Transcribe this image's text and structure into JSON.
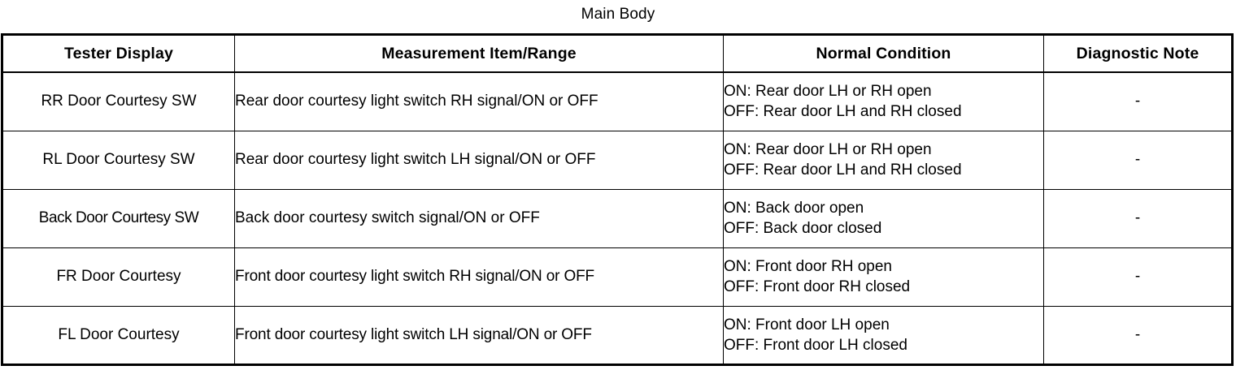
{
  "title": "Main Body",
  "table": {
    "headers": [
      "Tester Display",
      "Measurement Item/Range",
      "Normal Condition",
      "Diagnostic Note"
    ],
    "rows": [
      {
        "display": "RR Door Courtesy SW",
        "range": "Rear door courtesy light switch RH signal/ON or OFF",
        "condition_on": "ON: Rear door LH or RH open",
        "condition_off": "OFF: Rear door LH and RH closed",
        "note": "-"
      },
      {
        "display": "RL Door Courtesy SW",
        "range": "Rear door courtesy light switch LH signal/ON or OFF",
        "condition_on": "ON: Rear door LH or RH open",
        "condition_off": "OFF: Rear door LH and RH closed",
        "note": "-"
      },
      {
        "display": "Back Door Courtesy SW",
        "range": "Back door courtesy switch signal/ON or OFF",
        "condition_on": "ON: Back door open",
        "condition_off": "OFF: Back door closed",
        "note": "-"
      },
      {
        "display": "FR Door Courtesy",
        "range": "Front door courtesy light switch RH signal/ON or OFF",
        "condition_on": "ON: Front door RH open",
        "condition_off": "OFF: Front door RH closed",
        "note": "-"
      },
      {
        "display": "FL Door Courtesy",
        "range": "Front door courtesy light switch LH signal/ON or OFF",
        "condition_on": "ON: Front door LH open",
        "condition_off": "OFF: Front door LH closed",
        "note": "-"
      }
    ]
  }
}
